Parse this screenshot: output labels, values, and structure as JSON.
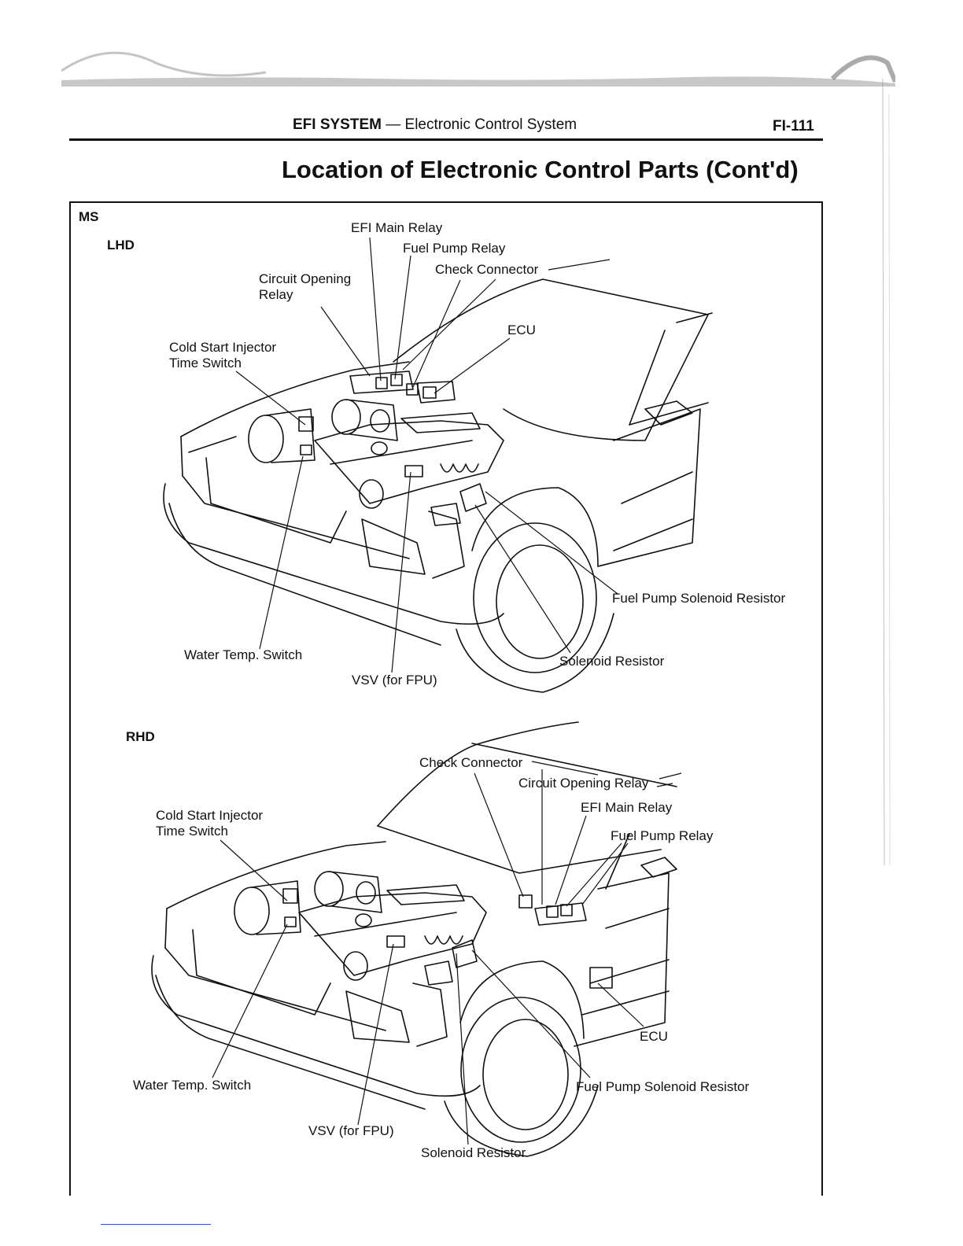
{
  "header": {
    "system": "EFI SYSTEM",
    "dash": "—",
    "subtitle": "Electronic Control System",
    "page_number": "FI-111"
  },
  "section_title": "Location of Electronic Control Parts (Cont'd)",
  "variant": "MS",
  "lhd": {
    "heading": "LHD",
    "labels": {
      "efi_main_relay": "EFI Main Relay",
      "fuel_pump_relay": "Fuel Pump Relay",
      "check_connector": "Check Connector",
      "circuit_opening_relay_1": "Circuit Opening",
      "circuit_opening_relay_2": "Relay",
      "ecu": "ECU",
      "cold_start_1": "Cold Start Injector",
      "cold_start_2": "Time Switch",
      "fuel_pump_solenoid_resistor": "Fuel Pump Solenoid Resistor",
      "water_temp_switch": "Water Temp. Switch",
      "solenoid_resistor": "Solenoid Resistor",
      "vsv": "VSV (for FPU)"
    }
  },
  "rhd": {
    "heading": "RHD",
    "labels": {
      "check_connector": "Check Connector",
      "circuit_opening_relay": "Circuit Opening Relay",
      "efi_main_relay": "EFI Main Relay",
      "fuel_pump_relay": "Fuel Pump Relay",
      "cold_start_1": "Cold Start Injector",
      "cold_start_2": "Time Switch",
      "ecu": "ECU",
      "water_temp_switch": "Water Temp. Switch",
      "fuel_pump_solenoid_resistor": "Fuel Pump Solenoid Resistor",
      "vsv": "VSV (for FPU)",
      "solenoid_resistor": "Solenoid Resistor"
    }
  }
}
